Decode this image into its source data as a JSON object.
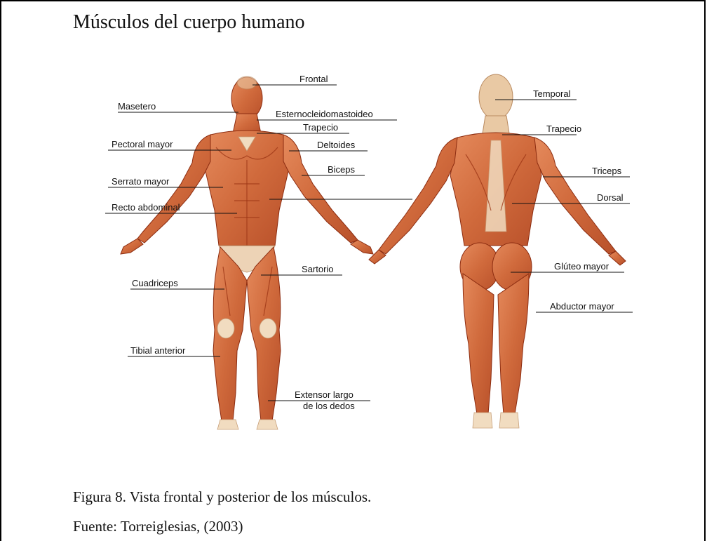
{
  "title": "Músculos del cuerpo humano",
  "caption": "Figura  8. Vista frontal y posterior de los músculos.",
  "source": "Fuente: Torreiglesias, (2003)",
  "labels": {
    "frontal": "Frontal",
    "masetero": "Masetero",
    "esternocleidomastoideo": "Esternocleidomastoideo",
    "trapecio_front": "Trapecio",
    "pectoral_mayor": "Pectoral mayor",
    "deltoides": "Deltoides",
    "biceps": "Biceps",
    "serrato_mayor": "Serrato mayor",
    "recto_abdominal": "Recto abdominal",
    "sartorio": "Sartorio",
    "cuadriceps": "Cuadriceps",
    "tibial_anterior": "Tibial anterior",
    "extensor_largo_1": "Extensor largo",
    "extensor_largo_2": "de los dedos",
    "temporal": "Temporal",
    "trapecio_back": "Trapecio",
    "triceps": "Triceps",
    "dorsal": "Dorsal",
    "gluteo_mayor": "Glúteo mayor",
    "abductor_mayor": "Abductor mayor"
  }
}
